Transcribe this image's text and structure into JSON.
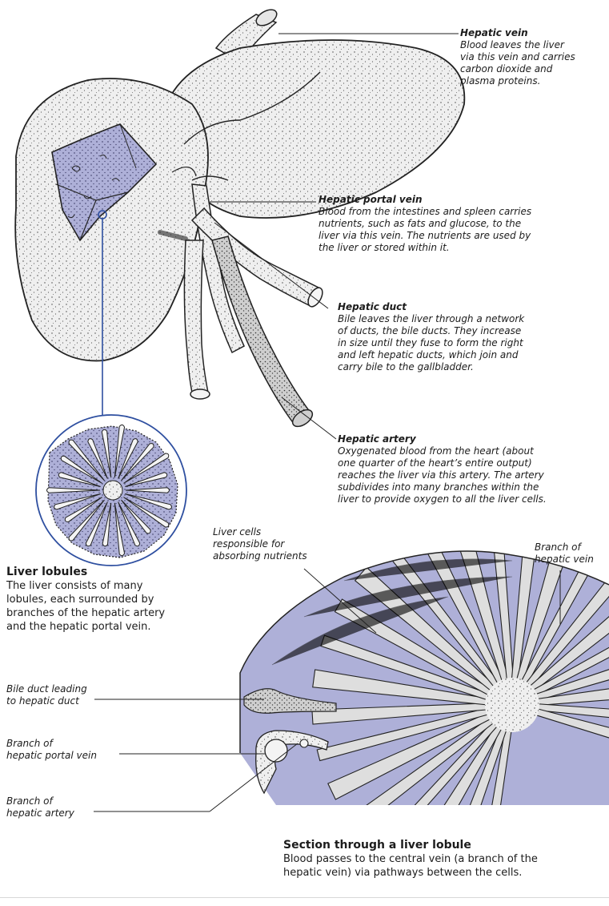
{
  "colors": {
    "lobule_fill": "#aeb0d8",
    "liver_fill": "#efefef",
    "vessel_dark": "#bdbdbd",
    "outline": "#222222",
    "callout_ring": "#2e4fa0"
  },
  "labels": {
    "hepatic_vein": {
      "title": "Hepatic vein",
      "lines": [
        "Blood leaves the liver",
        "via this vein and carries",
        "carbon dioxide and",
        "plasma proteins."
      ]
    },
    "hepatic_portal_vein": {
      "title": "Hepatic portal vein",
      "lines": [
        "Blood from the intestines and spleen carries",
        "nutrients, such as fats and glucose, to the",
        "liver via this vein. The nutrients are used by",
        "the liver or stored within it."
      ]
    },
    "hepatic_duct": {
      "title": "Hepatic duct",
      "lines": [
        "Bile leaves the liver through a network",
        "of ducts, the bile ducts. They increase",
        "in size until they fuse to form the right",
        "and left hepatic ducts, which join and",
        "carry bile to the gallbladder."
      ]
    },
    "hepatic_artery": {
      "title": "Hepatic artery",
      "lines": [
        "Oxygenated blood from the heart (about",
        "one quarter of the heart’s entire output)",
        "reaches the liver via this artery. The artery",
        "subdivides into many branches within the",
        "liver to provide oxygen to all the liver cells."
      ]
    },
    "liver_cells": {
      "lines": [
        "Liver cells",
        "responsible for",
        "absorbing nutrients"
      ]
    },
    "branch_hepatic_vein": {
      "lines": [
        "Branch of",
        "hepatic vein"
      ]
    },
    "bile_duct_leading": {
      "lines": [
        "Bile duct leading",
        "to hepatic duct"
      ]
    },
    "branch_portal_vein": {
      "lines": [
        "Branch of",
        "hepatic portal vein"
      ]
    },
    "branch_artery": {
      "lines": [
        "Branch of",
        "hepatic artery"
      ]
    },
    "liver_lobules": {
      "title": "Liver lobules",
      "lines": [
        "The liver consists of many",
        "lobules, each surrounded by",
        "branches of the hepatic artery",
        "and the hepatic portal vein."
      ]
    },
    "section": {
      "title": "Section through a liver lobule",
      "lines": [
        "Blood passes to the central vein (a branch of the",
        "hepatic vein) via pathways between the cells."
      ]
    }
  }
}
